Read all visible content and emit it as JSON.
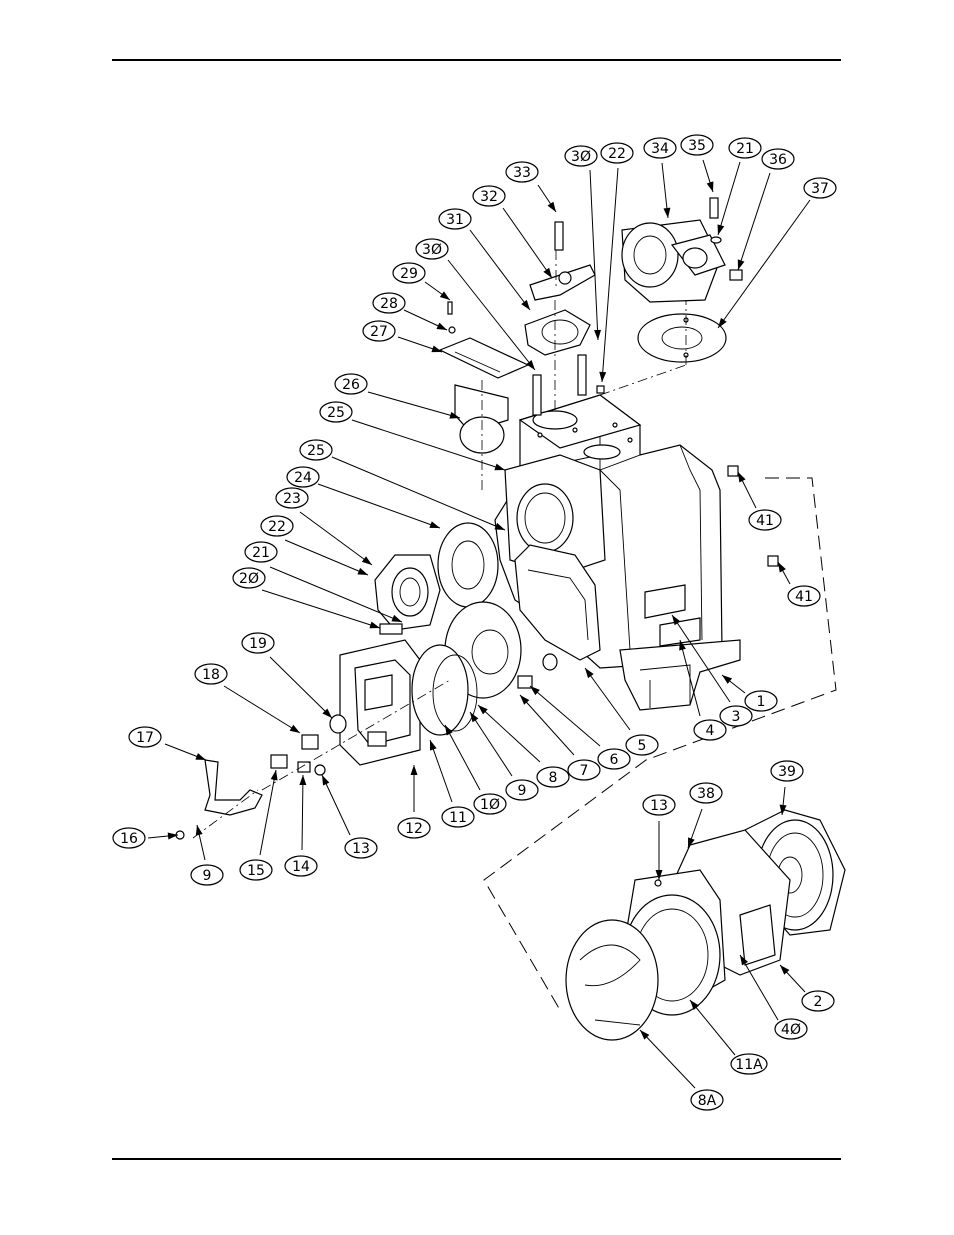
{
  "callouts": [
    {
      "id": "c33",
      "label": "33"
    },
    {
      "id": "c30a",
      "label": "3Ø"
    },
    {
      "id": "c22a",
      "label": "22"
    },
    {
      "id": "c34",
      "label": "34"
    },
    {
      "id": "c35",
      "label": "35"
    },
    {
      "id": "c21a",
      "label": "21"
    },
    {
      "id": "c36",
      "label": "36"
    },
    {
      "id": "c37",
      "label": "37"
    },
    {
      "id": "c32",
      "label": "32"
    },
    {
      "id": "c31",
      "label": "31"
    },
    {
      "id": "c30b",
      "label": "3Ø"
    },
    {
      "id": "c29",
      "label": "29"
    },
    {
      "id": "c28",
      "label": "28"
    },
    {
      "id": "c27",
      "label": "27"
    },
    {
      "id": "c26",
      "label": "26"
    },
    {
      "id": "c25a",
      "label": "25"
    },
    {
      "id": "c25b",
      "label": "25"
    },
    {
      "id": "c24",
      "label": "24"
    },
    {
      "id": "c23",
      "label": "23"
    },
    {
      "id": "c22b",
      "label": "22"
    },
    {
      "id": "c21b",
      "label": "21"
    },
    {
      "id": "c20",
      "label": "2Ø"
    },
    {
      "id": "c19",
      "label": "19"
    },
    {
      "id": "c18",
      "label": "18"
    },
    {
      "id": "c17",
      "label": "17"
    },
    {
      "id": "c16",
      "label": "16"
    },
    {
      "id": "c9a",
      "label": "9"
    },
    {
      "id": "c15",
      "label": "15"
    },
    {
      "id": "c14",
      "label": "14"
    },
    {
      "id": "c13a",
      "label": "13"
    },
    {
      "id": "c12",
      "label": "12"
    },
    {
      "id": "c11",
      "label": "11"
    },
    {
      "id": "c10",
      "label": "1Ø"
    },
    {
      "id": "c9b",
      "label": "9"
    },
    {
      "id": "c8",
      "label": "8"
    },
    {
      "id": "c7",
      "label": "7"
    },
    {
      "id": "c6",
      "label": "6"
    },
    {
      "id": "c5",
      "label": "5"
    },
    {
      "id": "c4",
      "label": "4"
    },
    {
      "id": "c3",
      "label": "3"
    },
    {
      "id": "c1",
      "label": "1"
    },
    {
      "id": "c41a",
      "label": "41"
    },
    {
      "id": "c41b",
      "label": "41"
    },
    {
      "id": "c39",
      "label": "39"
    },
    {
      "id": "c38",
      "label": "38"
    },
    {
      "id": "c13b",
      "label": "13"
    },
    {
      "id": "c2",
      "label": "2"
    },
    {
      "id": "c40",
      "label": "4Ø"
    },
    {
      "id": "c11A",
      "label": "11A"
    },
    {
      "id": "c8A",
      "label": "8A"
    }
  ]
}
